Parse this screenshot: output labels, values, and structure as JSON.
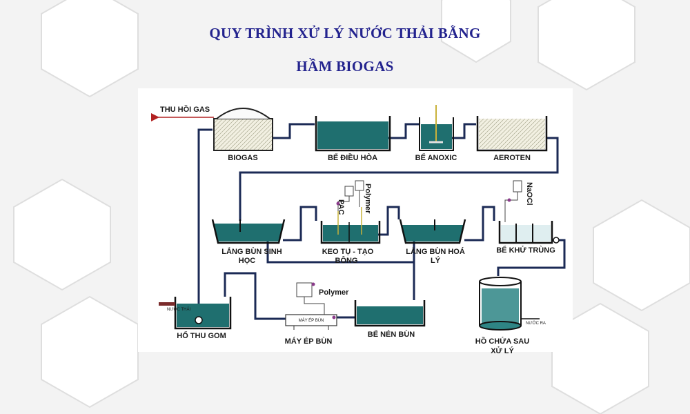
{
  "title": {
    "line1": "QUY TRÌNH XỬ LÝ NƯỚC THẢI BẰNG",
    "line2": "HẦM BIOGAS"
  },
  "diagram": {
    "gas_outlet": "THU HỒI GAS",
    "units": {
      "biogas": "BIOGAS",
      "equalization": "BỂ ĐIỀU HÒA",
      "anoxic": "BỂ ANOXIC",
      "aeroten": "AEROTEN",
      "bio_settling_1": "LẮNG BÙN SINH",
      "bio_settling_2": "HỌC",
      "coag_1": "KEO TỤ - TẠO",
      "coag_2": "BÔNG",
      "chem_settling_1": "LẮNG BÙN HOÁ",
      "chem_settling_2": "LÝ",
      "disinfection": "BỂ KHỬ TRÙNG",
      "collection_pit": "HỐ THU GOM",
      "sludge_press": "MÁY ÉP BÙN",
      "press_tag": "MÁY ÉP BÙN",
      "sludge_thickener": "BỂ NÉN BÙN",
      "final_tank_1": "HỒ CHỨA SAU",
      "final_tank_2": "XỬ LÝ"
    },
    "chemicals": {
      "pac": "PAC",
      "polymer_coag": "Polymer",
      "naocl": "NaOCl",
      "polymer_press": "Polymer"
    },
    "small_labels": {
      "inlet": "NƯỚC THẢI",
      "outlet": "NƯỚC RA"
    }
  },
  "colors": {
    "title": "#23238e",
    "water": "#1f6f6f",
    "pipe": "#1b2a55",
    "gas_line": "#b22222"
  }
}
